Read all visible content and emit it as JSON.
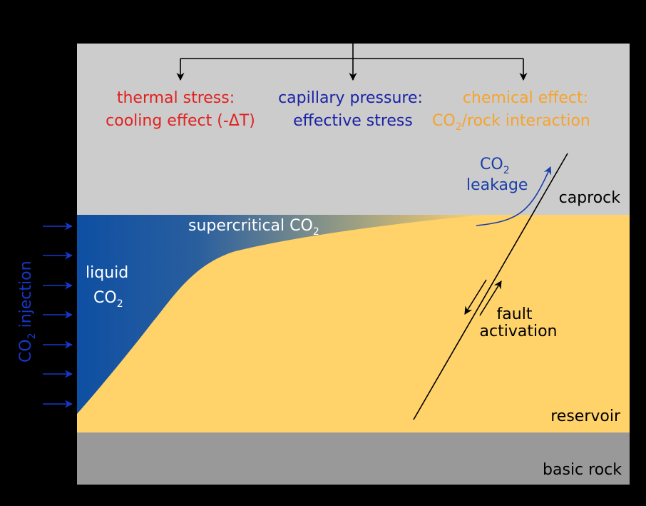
{
  "colors": {
    "background": "#000000",
    "caprock": "#cccccc",
    "reservoir": "#ffd26a",
    "basic_rock": "#999999",
    "co2_blue": "#0e4fa3",
    "thermal_red": "#e0211f",
    "capillary_blue": "#1a22a6",
    "chemical_orange": "#f7a32b",
    "injection_blue": "#1638c9",
    "white": "#ffffff",
    "black": "#000000"
  },
  "effects": {
    "thermal": {
      "line1": "thermal stress:",
      "line2": "cooling effect (-ΔT)"
    },
    "capillary": {
      "line1": "capillary pressure:",
      "line2": "effective stress"
    },
    "chemical": {
      "line1": "chemical effect:",
      "line2_prefix": "CO",
      "line2_sub": "2",
      "line2_suffix": "/rock interaction"
    }
  },
  "leakage": {
    "co": "CO",
    "sub": "2",
    "line2": "leakage"
  },
  "layers": {
    "caprock": "caprock",
    "reservoir": "reservoir",
    "basic_rock": "basic rock"
  },
  "fluid": {
    "supercritical_prefix": "supercritical CO",
    "supercritical_sub": "2",
    "liquid_line1": "liquid",
    "liquid_co": "CO",
    "liquid_sub": "2"
  },
  "fault": {
    "line1": "fault",
    "line2": "activation"
  },
  "injection": {
    "prefix": "CO",
    "sub": "2",
    "suffix": " injection"
  }
}
